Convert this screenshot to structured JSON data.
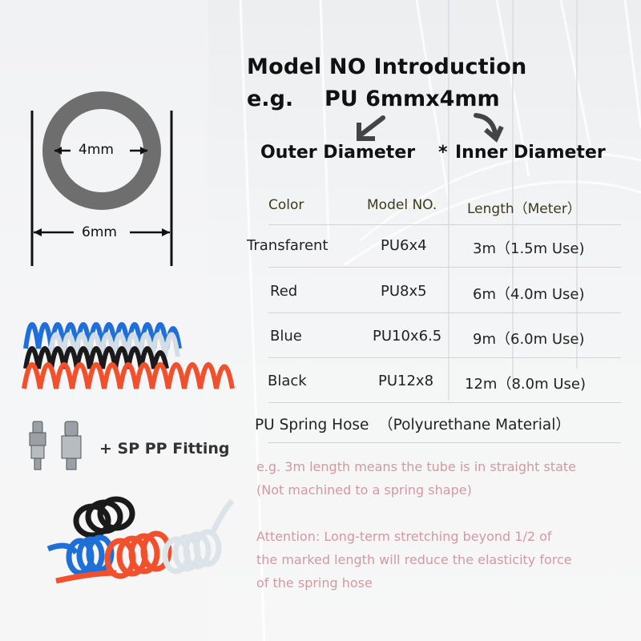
{
  "heading": {
    "title": "Model NO Introduction",
    "eg_label": "e.g.",
    "eg_model": "PU 6mmx4mm",
    "outer_label": "Outer Diameter",
    "separator": "*",
    "inner_label": "Inner Diameter"
  },
  "ring_diagram": {
    "inner_label": "4mm",
    "outer_label": "6mm"
  },
  "table": {
    "headers": [
      "Color",
      "Model NO.",
      "Length（Meter）"
    ],
    "rows": [
      {
        "color": "Transfarent",
        "model": "PU6x4",
        "length": "3m（1.5m Use)"
      },
      {
        "color": "Red",
        "model": "PU8x5",
        "length": "6m（4.0m Use)"
      },
      {
        "color": "Blue",
        "model": "PU10x6.5",
        "length": "9m（6.0m Use)"
      },
      {
        "color": "Black",
        "model": "PU12x8",
        "length": "12m（8.0m Use)"
      }
    ]
  },
  "material_note": "PU Spring Hose  （Polyurethane Material）",
  "fitting_label": "+ SP PP Fitting",
  "notes": {
    "length_line1": "e.g. 3m length means the tube is in straight state",
    "length_line2": "(Not machined to a spring shape)",
    "attention_line1": "Attention: Long-term stretching beyond 1/2 of",
    "attention_line2": "the marked length will reduce the elasticity force",
    "attention_line3": "of the spring hose"
  },
  "colors": {
    "ring": "#6e6e6e",
    "hose_blue": "#1f6fd8",
    "hose_red": "#f0502c",
    "hose_black": "#1a1a1a",
    "hose_clear": "#e8eef2",
    "note_pink": "#d09aa2"
  }
}
